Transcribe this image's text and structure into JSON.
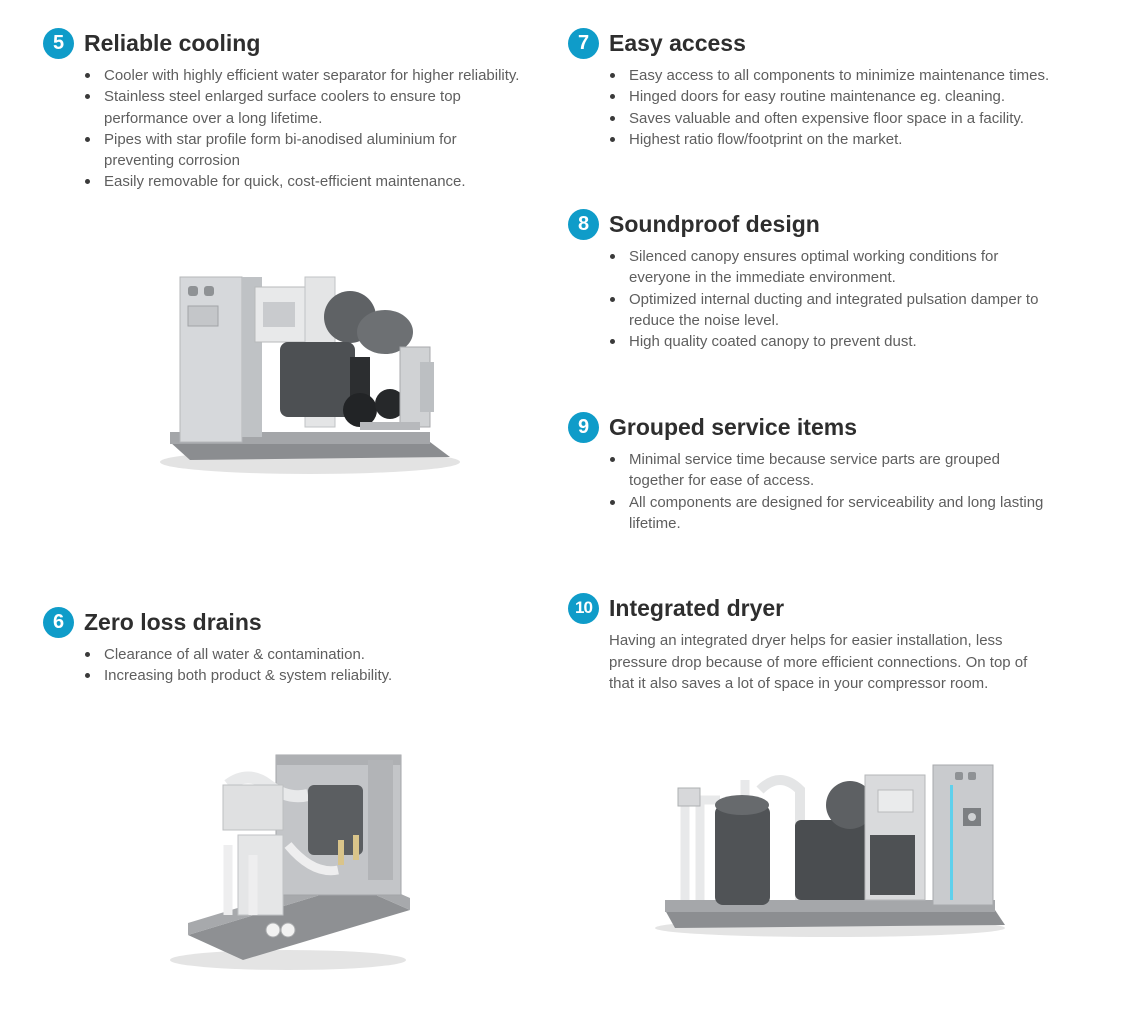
{
  "sections": {
    "reliable_cooling": {
      "number": "5",
      "title": "Reliable cooling",
      "bullets": [
        "Cooler with highly efficient water separator for higher reliability.",
        "Stainless steel enlarged surface coolers to ensure top performance over a long lifetime.",
        "Pipes with star profile form bi-anodised aluminium for preventing corrosion",
        "Easily removable for quick, cost-efficient maintenance."
      ]
    },
    "zero_loss_drains": {
      "number": "6",
      "title": "Zero loss drains",
      "bullets": [
        "Clearance of all water & contamination.",
        "Increasing both product & system reliability."
      ]
    },
    "easy_access": {
      "number": "7",
      "title": "Easy access",
      "bullets": [
        "Easy access to all components to minimize maintenance times.",
        "Hinged doors for easy routine maintenance eg. cleaning.",
        "Saves valuable and often expensive floor space in a facility.",
        "Highest ratio flow/footprint on the market."
      ]
    },
    "soundproof_design": {
      "number": "8",
      "title": "Soundproof design",
      "bullets": [
        "Silenced canopy ensures optimal working conditions for everyone in the immediate environment.",
        "Optimized internal ducting and integrated pulsation damper to reduce the noise level.",
        "High quality coated canopy to prevent dust."
      ]
    },
    "grouped_service_items": {
      "number": "9",
      "title": "Grouped service items",
      "bullets": [
        "Minimal service time because service parts are grouped together for ease of access.",
        "All components are designed for serviceability and long lasting lifetime."
      ]
    },
    "integrated_dryer": {
      "number": "10",
      "title": "Integrated dryer",
      "paragraph": "Having an integrated dryer helps for easier installation, less pressure drop because of more efficient connections. On top of that it also saves a lot of space in your compressor room."
    }
  },
  "colors": {
    "accent": "#0f9cc9",
    "heading": "#2e2e2e",
    "body_text": "#5e5e5e"
  }
}
